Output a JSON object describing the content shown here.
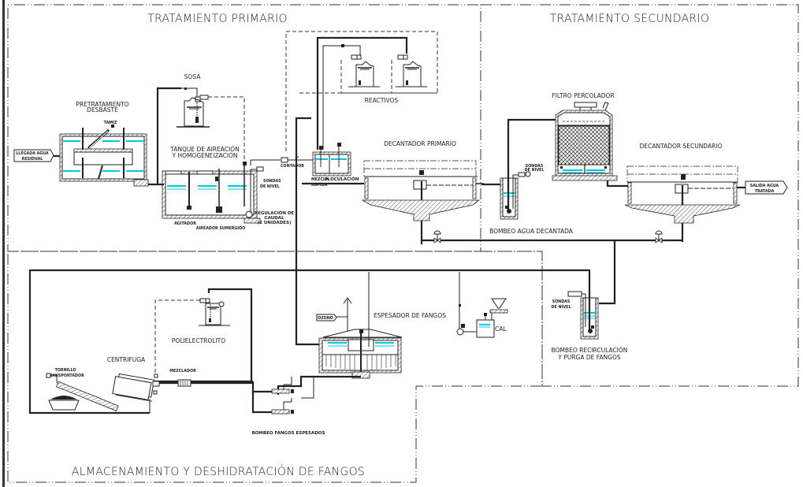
{
  "title": "Diagrama de proceso de EDAR",
  "zones": {
    "primary": "TRATAMIENTO PRIMARIO",
    "secondary": "TRATAMIENTO SECUNDARIO",
    "sludge": "ALMACENAMIENTO Y DESHIDRATACIÓN DE FANGOS"
  },
  "labels": {
    "inlet_line1": "LLEGADA AGUA",
    "inlet_line2": "RESIDUAL",
    "pretreatment_line1": "PRETRATAMIENTO",
    "pretreatment_line2": "DESBASTE",
    "tamiz": "TAMIZ",
    "sosa": "SOSA",
    "aeration_line1": "TANQUE DE AIREACIÓN",
    "aeration_line2": "Y HOMOGENEIZACIÓN",
    "agitador": "AGITADOR",
    "aireador": "AIREADOR SUMERGIDO",
    "sondas1_line1": "SONDAS",
    "sondas1_line2": "DE NIVEL",
    "regulacion_line1": "REGULACIÓN DE",
    "regulacion_line2": "CAUDAL",
    "regulacion_line3": "(2 UNIDADES)",
    "contador": "CONTADOR",
    "mezcla_rapida": "MEZCLA",
    "rapida": "RÁPIDA",
    "floculacion": "FLOCULACIÓN",
    "reactivos": "REACTIVOS",
    "decantador_primario": "DECANTADOR PRIMARIO",
    "filtro": "FILTRO PERCOLADOR",
    "sondas2_line1": "SONDAS",
    "sondas2_line2": "DE NIVEL",
    "bombeo_decantada": "BOMBEO AGUA DECANTADA",
    "decantador_secundario": "DECANTADOR SECUNDARIO",
    "salida_line1": "SALIDA AGUA",
    "salida_line2": "TRATADA",
    "sondas3_line1": "SONDAS",
    "sondas3_line2": "DE NIVEL",
    "recirculacion_line1": "BOMBEO RECIRCULACIÓN",
    "recirculacion_line2": "Y PURGA DE FANGOS",
    "ozono": "OZONO",
    "espesador": "ESPESADOR DE FANGOS",
    "cal": "CAL",
    "polielectrolito": "POLIELECTROLITO",
    "centrifuga": "CENTRIFUGA",
    "mezclador": "MEZCLADOR",
    "tornillo_line1": "TORNILLO",
    "tornillo_line2": "TRANSPORTADOR",
    "bombeo_espesados": "BOMBEO FANGOS ESPESADOS"
  },
  "colors": {
    "line": "#222222",
    "water": "#00c8d8",
    "background": "#ffffff"
  }
}
